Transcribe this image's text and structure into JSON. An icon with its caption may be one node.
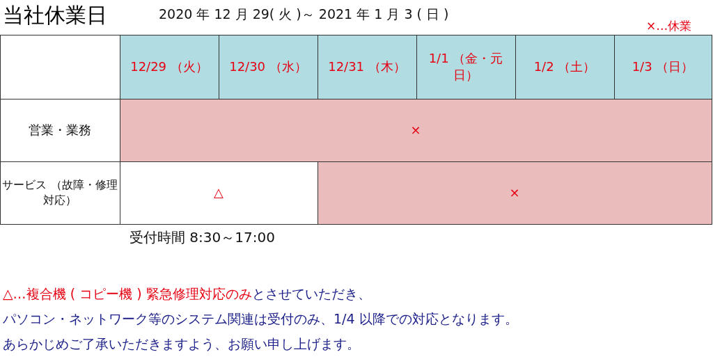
{
  "diagram": {
    "title": "当社休業日",
    "labels": [
      "2020 年 12 月 29( 火 )～ 2021 年 1 月 3 ( 日 )",
      "×…休業",
      "12/29 （火）",
      "12/30 （水）",
      "12/31 （木）",
      "1/1 （金・元日）",
      "1/2 （土）",
      "1/3 （日）",
      "営業・業務",
      "×",
      "サービス （故障・修理対応）",
      "△",
      "×",
      "受付時間 8:30～17:00",
      "△…複合機 ( コピー機 ) 緊急修理対応のみ",
      "とさせていただき、",
      "パソコン・ネットワーク等のシステム関連は受付のみ、1/4 以降での対応となります。",
      "あらかじめご了承いただきますよう、お願い申し上げます。"
    ]
  }
}
